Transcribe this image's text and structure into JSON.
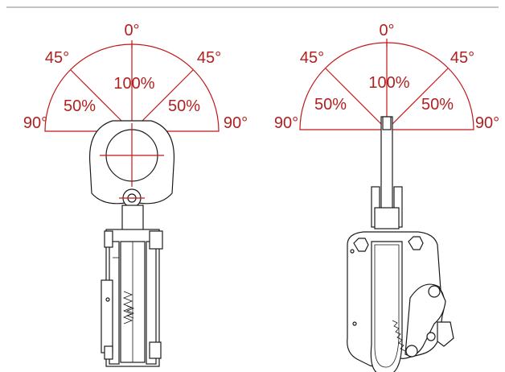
{
  "left_diagram": {
    "labels": {
      "top": "0°",
      "upper_left": "45°",
      "upper_right": "45°",
      "lower_left": "90°",
      "lower_right": "90°",
      "center_pct": "100%",
      "left_pct": "50%",
      "right_pct": "50%"
    }
  },
  "right_diagram": {
    "labels": {
      "top": "0°",
      "upper_left": "45°",
      "upper_right": "45°",
      "lower_left": "90°",
      "lower_right": "90°",
      "center_pct": "100%",
      "left_pct": "50%",
      "right_pct": "50%"
    }
  },
  "colors": {
    "angle_marking": "#c01818",
    "outline": "#1a1a1a",
    "background": "#ffffff"
  }
}
